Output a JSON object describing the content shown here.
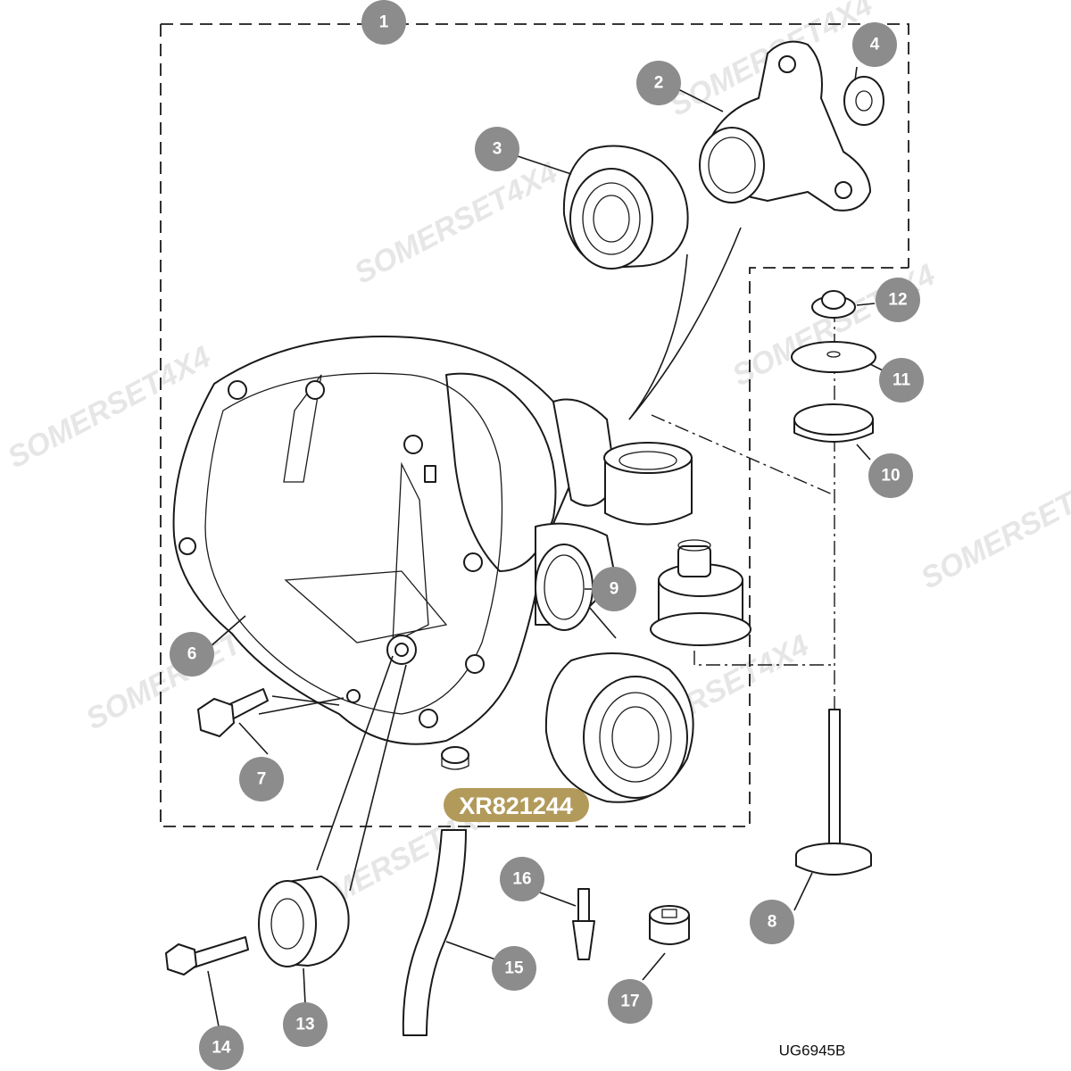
{
  "watermark": "SOMERSET4X4",
  "part_number": "XR821244",
  "diagram_ref": "UG6945B",
  "callouts": [
    {
      "id": "callout-1",
      "label": "1"
    },
    {
      "id": "callout-2",
      "label": "2"
    },
    {
      "id": "callout-3",
      "label": "3"
    },
    {
      "id": "callout-4",
      "label": "4"
    },
    {
      "id": "callout-6",
      "label": "6"
    },
    {
      "id": "callout-7",
      "label": "7"
    },
    {
      "id": "callout-8",
      "label": "8"
    },
    {
      "id": "callout-9",
      "label": "9"
    },
    {
      "id": "callout-10",
      "label": "10"
    },
    {
      "id": "callout-11",
      "label": "11"
    },
    {
      "id": "callout-12",
      "label": "12"
    },
    {
      "id": "callout-13",
      "label": "13"
    },
    {
      "id": "callout-14",
      "label": "14"
    },
    {
      "id": "callout-15",
      "label": "15"
    },
    {
      "id": "callout-16",
      "label": "16"
    },
    {
      "id": "callout-17",
      "label": "17"
    }
  ],
  "colors": {
    "callout_fill": "#8c8c8c",
    "badge_fill": "#b29a5b",
    "line": "#1a1a1a"
  }
}
